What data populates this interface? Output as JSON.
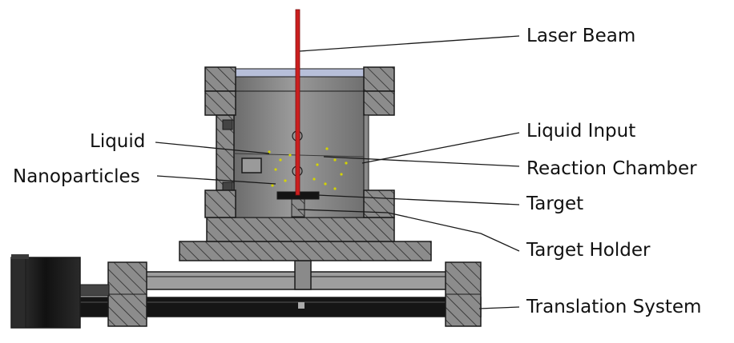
{
  "labels": {
    "laser_beam": "Laser Beam",
    "liquid": "Liquid",
    "nanoparticles": "Nanoparticles",
    "liquid_input": "Liquid Input",
    "reaction_chamber": "Reaction Chamber",
    "target": "Target",
    "target_holder": "Target Holder",
    "translation_system": "Translation System"
  },
  "colors": {
    "laser": "#cc1f1f",
    "hatch_fill": "#8c8c8c",
    "chamber_inner": "#7e7e7e",
    "motor": "#1c1c1c",
    "particles": "#d4d400",
    "outline": "#1a1a1a"
  }
}
